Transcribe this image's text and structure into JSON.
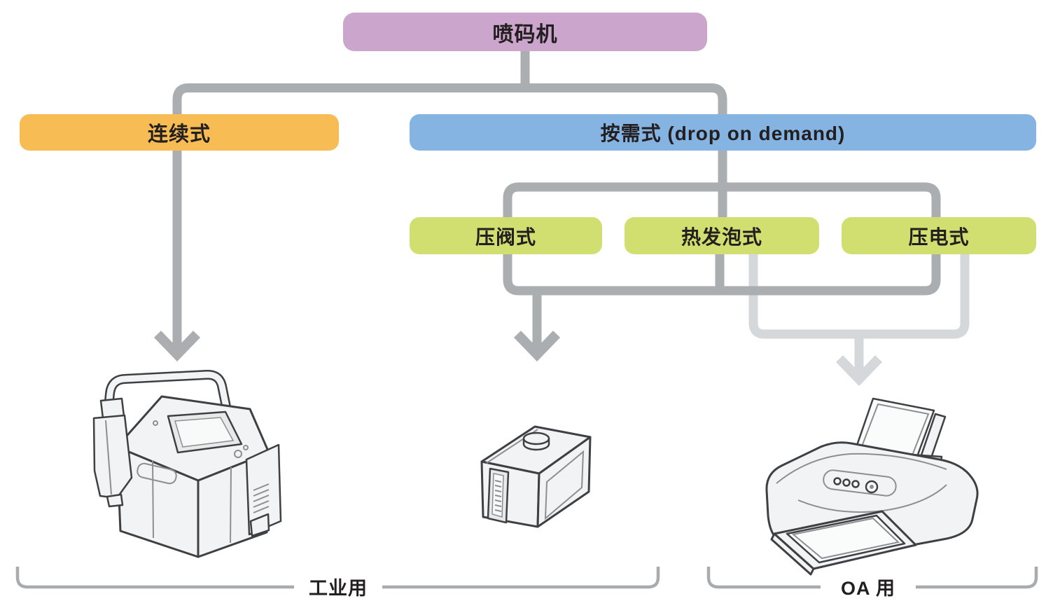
{
  "colors": {
    "purple": "#CBA5CC",
    "orange": "#F8BC55",
    "blue": "#85B4E2",
    "green": "#D0DF70",
    "line-dark": "#ABAEB0",
    "line-light": "#D5D8DA",
    "bracket": "#A9ACAE",
    "ink": "#231F20"
  },
  "tree": {
    "root": {
      "label": "喷码机"
    },
    "branches": [
      {
        "label": "连续式"
      },
      {
        "label": "按需式 (drop on demand)"
      }
    ],
    "dod_types": [
      {
        "label": "压阀式"
      },
      {
        "label": "热发泡式"
      },
      {
        "label": "压电式"
      }
    ]
  },
  "footer": {
    "industrial": "工业用",
    "oa": "OA 用"
  },
  "devices": [
    {
      "name": "industrial-inkjet-printer"
    },
    {
      "name": "ink-cartridge"
    },
    {
      "name": "office-inkjet-printer"
    }
  ]
}
